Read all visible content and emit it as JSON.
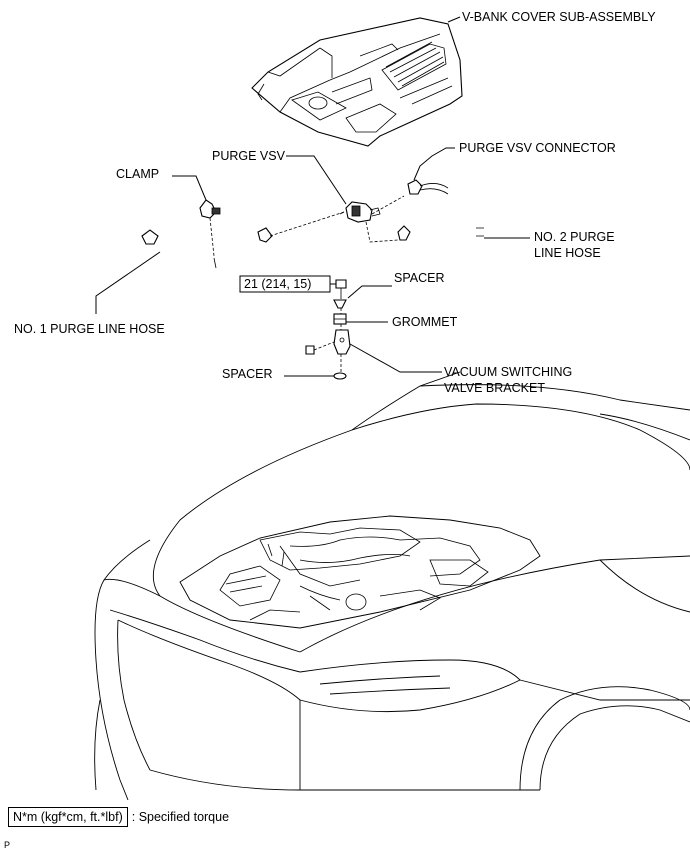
{
  "labels": {
    "v_bank_cover": "V-BANK COVER SUB-ASSEMBLY",
    "purge_vsv": "PURGE VSV",
    "purge_vsv_connector": "PURGE VSV CONNECTOR",
    "clamp": "CLAMP",
    "no2_purge_line_hose_1": "NO. 2 PURGE",
    "no2_purge_line_hose_2": "LINE HOSE",
    "torque": "21 (214, 15)",
    "spacer_top": "SPACER",
    "grommet": "GROMMET",
    "no1_purge_line_hose": "NO. 1 PURGE LINE HOSE",
    "spacer_bottom": "SPACER",
    "vacuum_bracket_1": "VACUUM SWITCHING",
    "vacuum_bracket_2": "VALVE BRACKET"
  },
  "legend": {
    "unit": "N*m (kgf*cm, ft.*lbf)",
    "text": ": Specified torque"
  },
  "page_code": "P"
}
